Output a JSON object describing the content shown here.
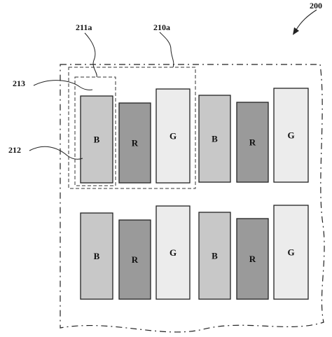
{
  "figure": {
    "ref_200": "200",
    "ref_210a": "210a",
    "ref_211a": "211a",
    "ref_213": "213",
    "ref_212": "212"
  },
  "subpixels": {
    "row1": [
      {
        "label": "B",
        "fill": "#c8c8c8"
      },
      {
        "label": "R",
        "fill": "#9a9a9a"
      },
      {
        "label": "G",
        "fill": "#ececec"
      },
      {
        "label": "B",
        "fill": "#c8c8c8"
      },
      {
        "label": "R",
        "fill": "#9a9a9a"
      },
      {
        "label": "G",
        "fill": "#ececec"
      }
    ],
    "row2": [
      {
        "label": "B",
        "fill": "#c8c8c8"
      },
      {
        "label": "R",
        "fill": "#9a9a9a"
      },
      {
        "label": "G",
        "fill": "#ececec"
      },
      {
        "label": "B",
        "fill": "#c8c8c8"
      },
      {
        "label": "R",
        "fill": "#9a9a9a"
      },
      {
        "label": "G",
        "fill": "#ececec"
      }
    ]
  }
}
